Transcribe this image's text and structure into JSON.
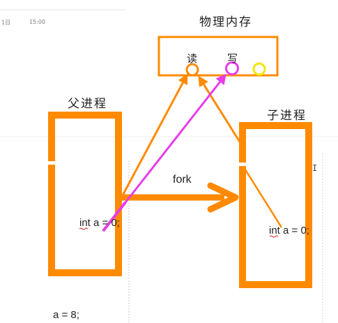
{
  "header": {
    "date_fragment": "1日",
    "time": "15:00"
  },
  "memory": {
    "title": "物理内存",
    "read_label": "读",
    "write_label": "写"
  },
  "parent": {
    "title": "父进程",
    "code": "int a = 0;",
    "assign_code": "a = 8;"
  },
  "child": {
    "title": "子进程",
    "code": "int a = 0;"
  },
  "fork_label": "fork",
  "cursor_glyph": "I",
  "colors": {
    "orange": "#FF8A00",
    "magenta": "#E83CE8",
    "yellow": "#F2E600",
    "guide_line": "#C7C7C7",
    "text": "#222222"
  }
}
